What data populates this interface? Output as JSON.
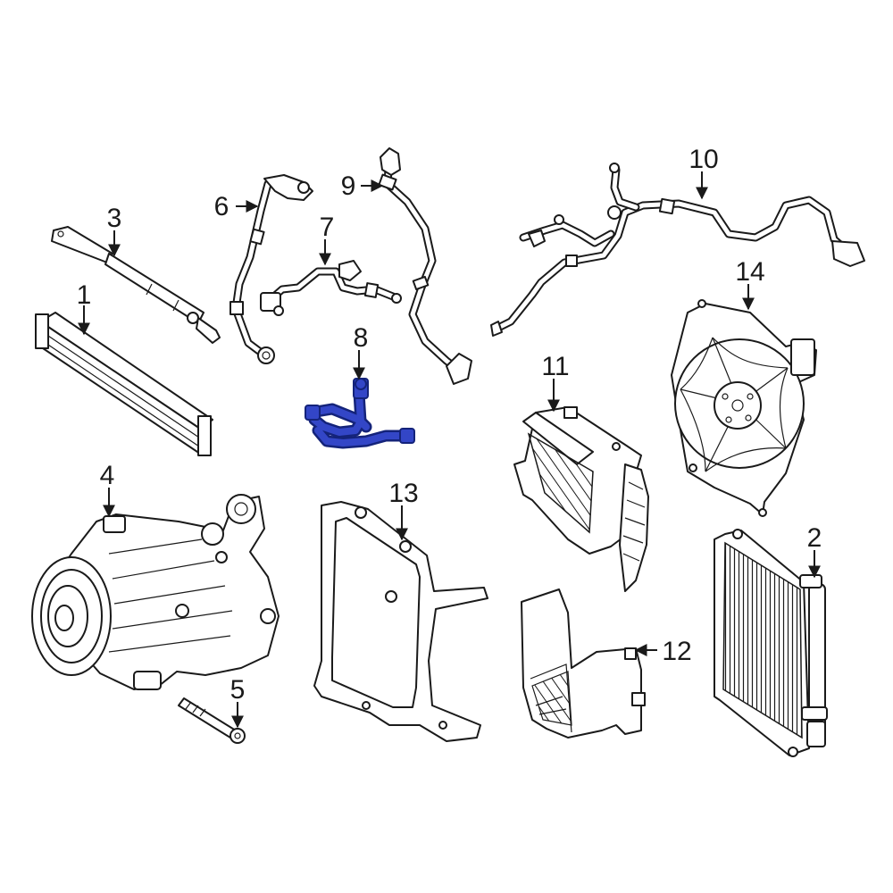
{
  "diagram": {
    "highlight_color": "#3346c7",
    "callouts": [
      {
        "id": "1",
        "label": "1"
      },
      {
        "id": "2",
        "label": "2"
      },
      {
        "id": "3",
        "label": "3"
      },
      {
        "id": "4",
        "label": "4"
      },
      {
        "id": "5",
        "label": "5"
      },
      {
        "id": "6",
        "label": "6"
      },
      {
        "id": "7",
        "label": "7"
      },
      {
        "id": "8",
        "label": "8"
      },
      {
        "id": "9",
        "label": "9"
      },
      {
        "id": "10",
        "label": "10"
      },
      {
        "id": "11",
        "label": "11"
      },
      {
        "id": "12",
        "label": "12"
      },
      {
        "id": "13",
        "label": "13"
      },
      {
        "id": "14",
        "label": "14"
      }
    ]
  }
}
